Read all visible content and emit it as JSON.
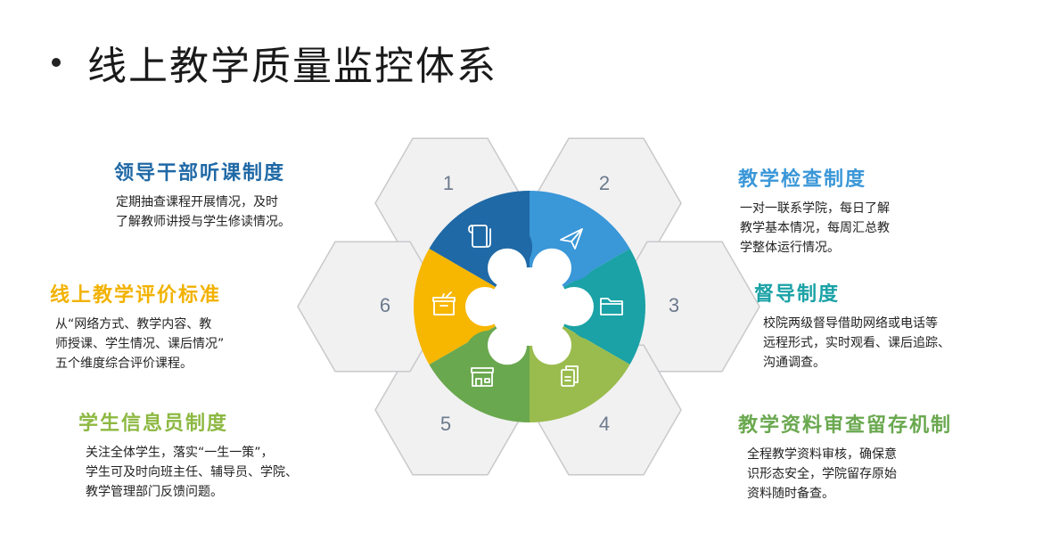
{
  "page": {
    "title": "线上教学质量监控体系"
  },
  "colors": {
    "petal1": "#1f69a6",
    "petal2": "#3a97d8",
    "petal3": "#1aa2a6",
    "petal4": "#9abc4e",
    "petal5": "#6aa84f",
    "petal6": "#f7b600",
    "hex_fill": "#f1f1f2",
    "hex_stroke": "#c9c9cc"
  },
  "petals": [
    {
      "number": "1",
      "icon": "scroll-icon"
    },
    {
      "number": "2",
      "icon": "paper-plane-icon"
    },
    {
      "number": "3",
      "icon": "folder-icon"
    },
    {
      "number": "4",
      "icon": "documents-icon"
    },
    {
      "number": "5",
      "icon": "storefront-icon"
    },
    {
      "number": "6",
      "icon": "box-icon"
    }
  ],
  "items": [
    {
      "title": "领导干部听课制度",
      "lines": [
        "定期抽查课程开展情况，及时",
        "了解教师讲授与学生修读情况。"
      ]
    },
    {
      "title": "教学检查制度",
      "lines": [
        "一对一联系学院，每日了解",
        "教学基本情况，每周汇总教",
        "学整体运行情况。"
      ]
    },
    {
      "title": "督导制度",
      "lines": [
        "校院两级督导借助网络或电话等",
        "远程形式，实时观看、课后追踪、",
        "沟通调查。"
      ]
    },
    {
      "title": "教学资料审查留存机制",
      "lines": [
        "全程教学资料审核，确保意",
        "识形态安全，学院留存原始",
        "资料随时备查。"
      ]
    },
    {
      "title": "学生信息员制度",
      "lines": [
        "关注全体学生，落实“一生一策”，",
        "学生可及时向班主任、辅导员、学院、",
        "教学管理部门反馈问题。"
      ]
    },
    {
      "title": "线上教学评价标准",
      "lines": [
        "从“网络方式、教学内容、教",
        "师授课、学生情况、课后情况”",
        "五个维度综合评价课程。"
      ]
    }
  ]
}
